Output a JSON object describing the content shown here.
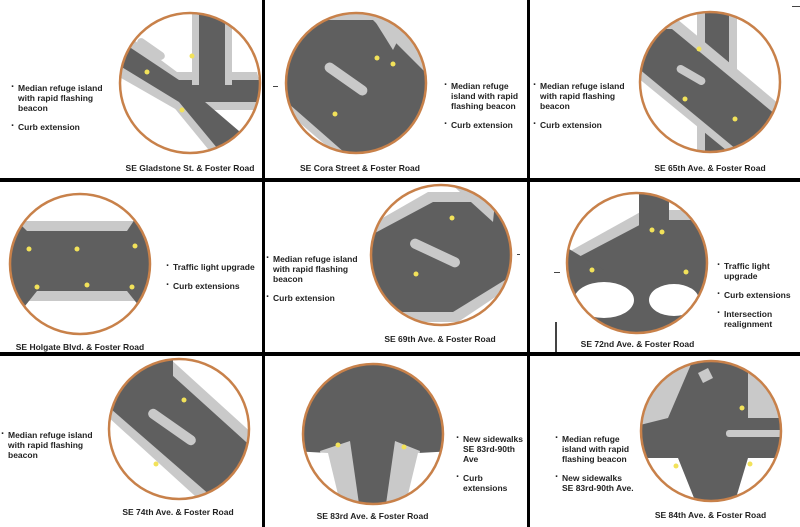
{
  "panels": [
    {
      "caption": "SE Gladstone St. & Foster Road",
      "notes": [
        "Median refuge island\nwith rapid flashing\nbeacon",
        "Curb extension"
      ]
    },
    {
      "caption": "SE Cora Street & Foster Road",
      "notes": [
        "Median refuge\nisland with rapid\nflashing beacon",
        "Curb extension"
      ]
    },
    {
      "caption": "SE 65th Ave. & Foster Road",
      "notes": [
        "Median refuge island\nwith rapid flashing\nbeacon",
        "Curb extension"
      ]
    },
    {
      "caption": "SE Holgate Blvd. & Foster Road",
      "notes": [
        "Traffic light upgrade",
        "Curb extensions"
      ]
    },
    {
      "caption": "SE 69th Ave. & Foster Road",
      "notes": [
        "Median refuge island\nwith rapid flashing\nbeacon",
        "Curb extension"
      ]
    },
    {
      "caption": "SE 72nd Ave. & Foster Road",
      "notes": [
        "Traffic light upgrade",
        "Curb extensions",
        "Intersection\nrealignment"
      ]
    },
    {
      "caption": "SE 74th Ave. & Foster Road",
      "notes": [
        "Median refuge island\nwith rapid flashing\nbeacon"
      ]
    },
    {
      "caption": "SE 83rd Ave. & Foster Road",
      "notes": [
        "New sidewalks\nSE 83rd-90th Ave",
        "Curb extensions"
      ]
    },
    {
      "caption": "SE 84th Ave. & Foster Road",
      "notes": [
        "Median refuge\nisland with rapid\nflashing beacon",
        "New sidewalks\nSE 83rd-90th Ave."
      ]
    }
  ],
  "colors": {
    "road": "#5f5f5f",
    "sidewalk": "#c9c9c9",
    "ring": "#c8814a",
    "beacon": "#f2e25a"
  }
}
